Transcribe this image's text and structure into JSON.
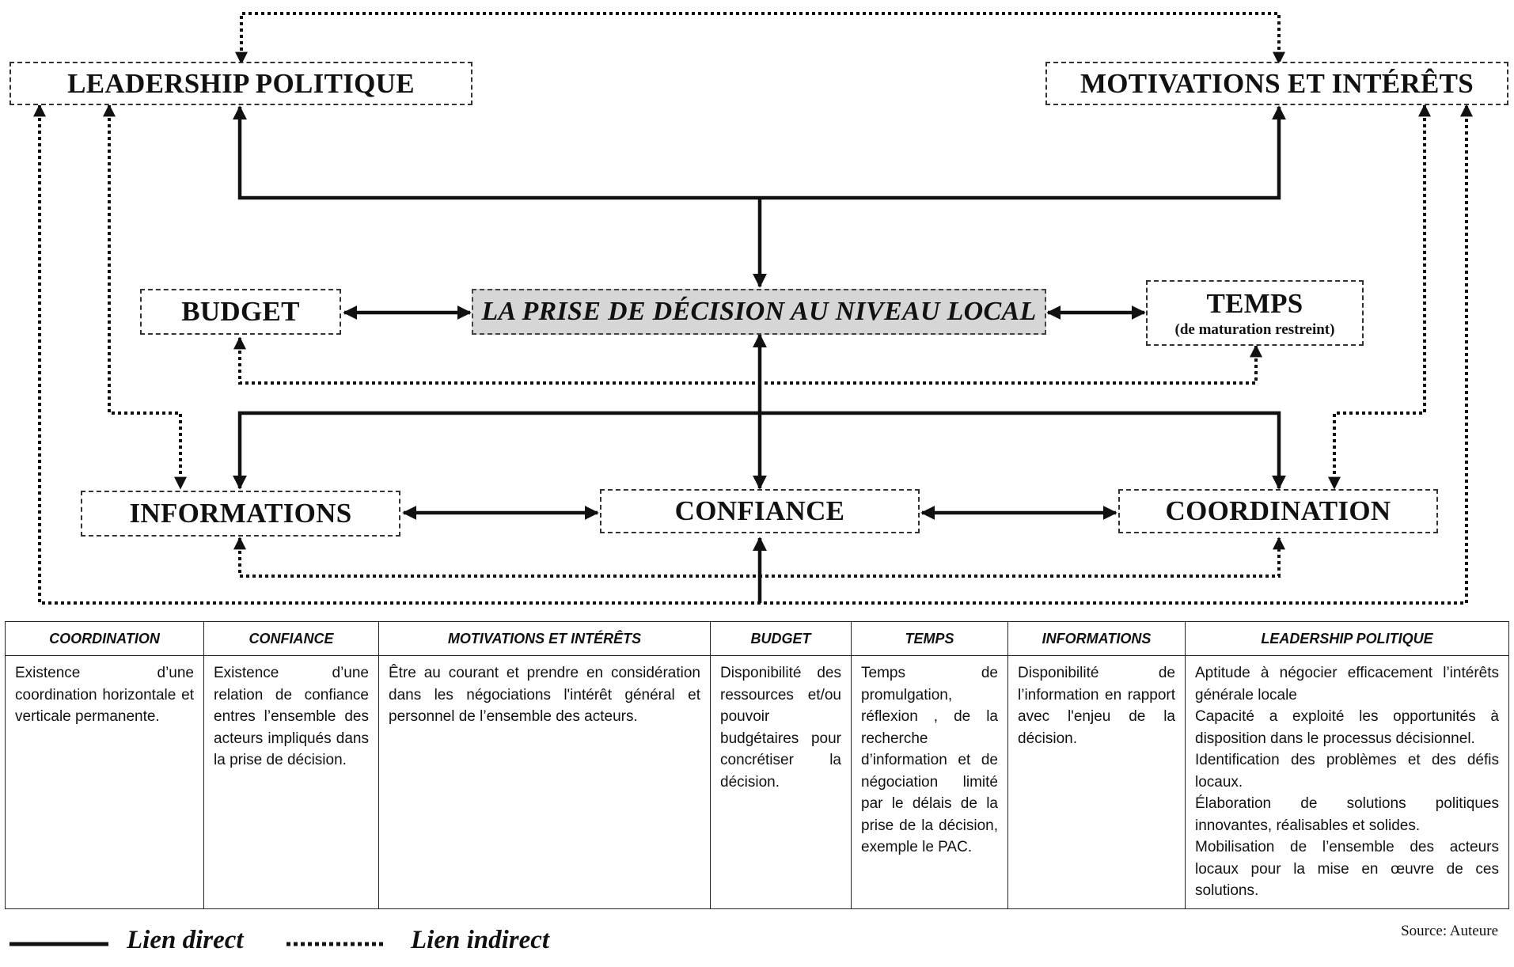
{
  "nodes": {
    "leadership": {
      "label": "LEADERSHIP POLITIQUE"
    },
    "motivations": {
      "label": "MOTIVATIONS ET INTÉRÊTS"
    },
    "budget": {
      "label": "BUDGET"
    },
    "center": {
      "label": "LA PRISE DE DÉCISION AU NIVEAU LOCAL"
    },
    "temps": {
      "label": "TEMPS",
      "sub": "(de maturation  restreint)"
    },
    "informations": {
      "label": "INFORMATIONS"
    },
    "confiance": {
      "label": "CONFIANCE"
    },
    "coordination": {
      "label": "COORDINATION"
    }
  },
  "table": {
    "headers": [
      "COORDINATION",
      "CONFIANCE",
      "MOTIVATIONS ET INTÉRÊTS",
      "BUDGET",
      "TEMPS",
      "INFORMATIONS",
      "LEADERSHIP POLITIQUE"
    ],
    "cells": [
      "Existence d’une coordination horizontale et verticale permanente.",
      "Existence d’une relation de confiance entres l’ensemble des acteurs impliqués dans la prise de décision.",
      "Être au courant et prendre en considération dans les négociations l'intérêt général et personnel de l’ensemble des acteurs.",
      "Disponibilité des ressources et/ou pouvoir budgétaires pour concrétiser la décision.",
      "Temps de promulgation, réflexion , de la recherche d’information et de négociation limité par le délais de la prise de la décision, exemple le PAC.",
      "Disponibilité de l’information en rapport avec l'enjeu de la décision."
    ],
    "leadership_lines": [
      "Aptitude à négocier efficacement l’intérêts générale locale",
      "Capacité a exploité les opportunités à disposition dans le processus décisionnel.",
      "Identification des problèmes et des défis locaux.",
      "Élaboration de solutions politiques innovantes, réalisables et solides.",
      "Mobilisation de l’ensemble des acteurs locaux pour la mise en œuvre de ces solutions."
    ]
  },
  "legend": {
    "direct": "Lien direct",
    "indirect": "Lien indirect"
  },
  "source": "Source: Auteure"
}
